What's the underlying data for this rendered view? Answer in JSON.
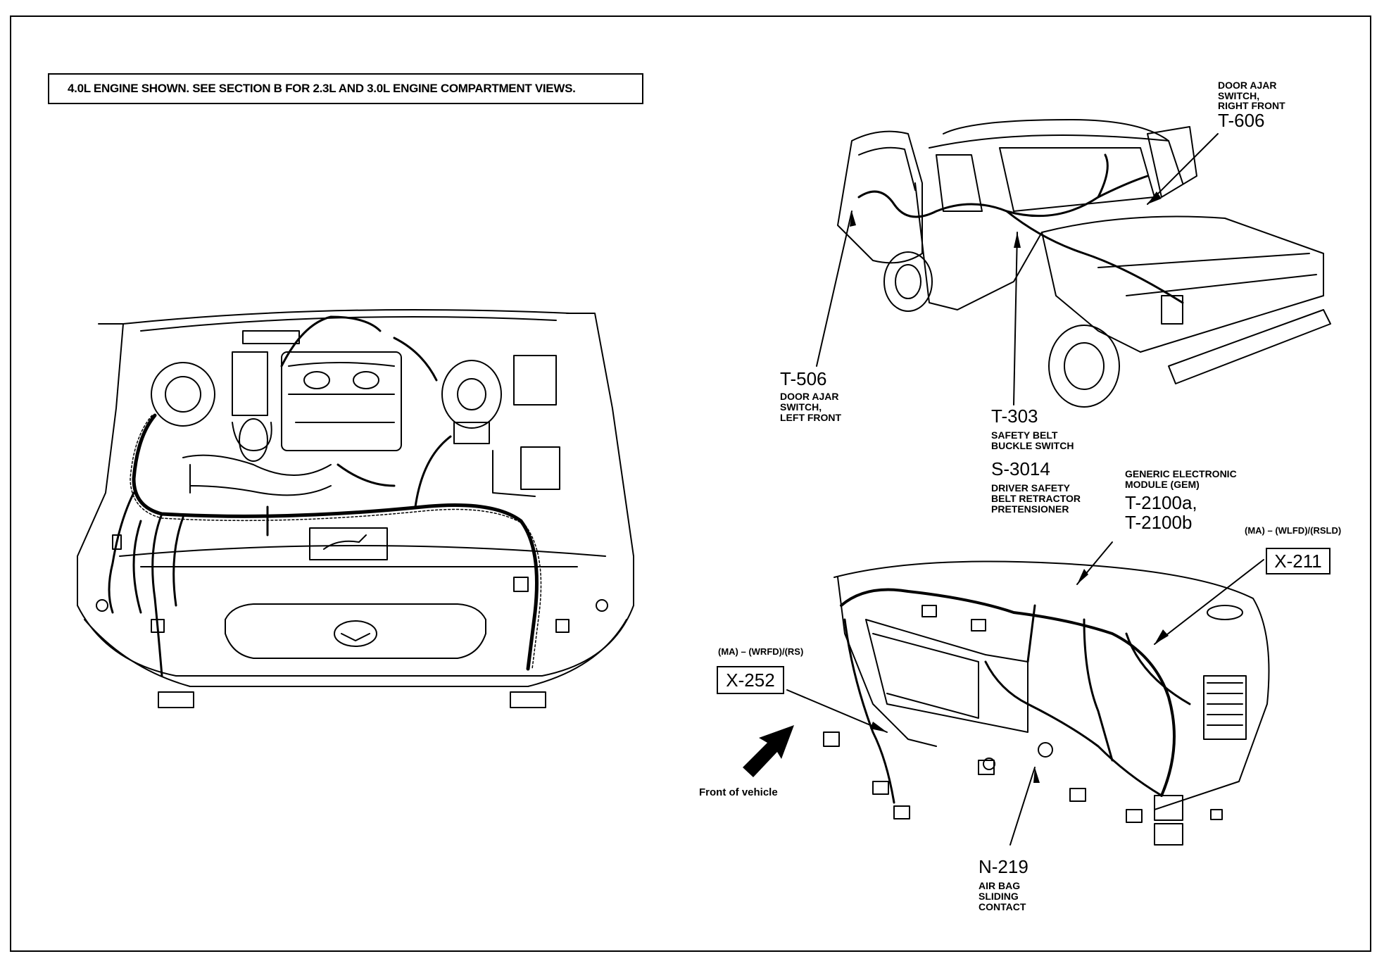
{
  "note": "4.0L ENGINE SHOWN. SEE SECTION B FOR 2.3L AND 3.0L ENGINE COMPARTMENT VIEWS.",
  "callouts": {
    "t606": {
      "code": "T-606",
      "desc": [
        "DOOR AJAR",
        "SWITCH,",
        "RIGHT FRONT"
      ]
    },
    "t506": {
      "code": "T-506",
      "desc": [
        "DOOR AJAR",
        "SWITCH,",
        "LEFT FRONT"
      ]
    },
    "t303": {
      "code": "T-303",
      "desc": [
        "SAFETY BELT",
        "BUCKLE SWITCH"
      ]
    },
    "s3014": {
      "code": "S-3014",
      "desc": [
        "DRIVER SAFETY",
        "BELT RETRACTOR",
        "PRETENSIONER"
      ]
    },
    "gem": {
      "desc": [
        "GENERIC ELECTRONIC",
        "MODULE (GEM)"
      ],
      "codes": [
        "T-2100a,",
        "T-2100b"
      ]
    },
    "x211": {
      "code": "X-211",
      "note": "(MA) – (WLFD)/(RSLD)"
    },
    "x252": {
      "code": "X-252",
      "note": "(MA) – (WRFD)/(RS)"
    },
    "n219": {
      "code": "N-219",
      "desc": [
        "AIR BAG",
        "SLIDING",
        "CONTACT"
      ]
    },
    "front": {
      "label": "Front of vehicle"
    }
  }
}
